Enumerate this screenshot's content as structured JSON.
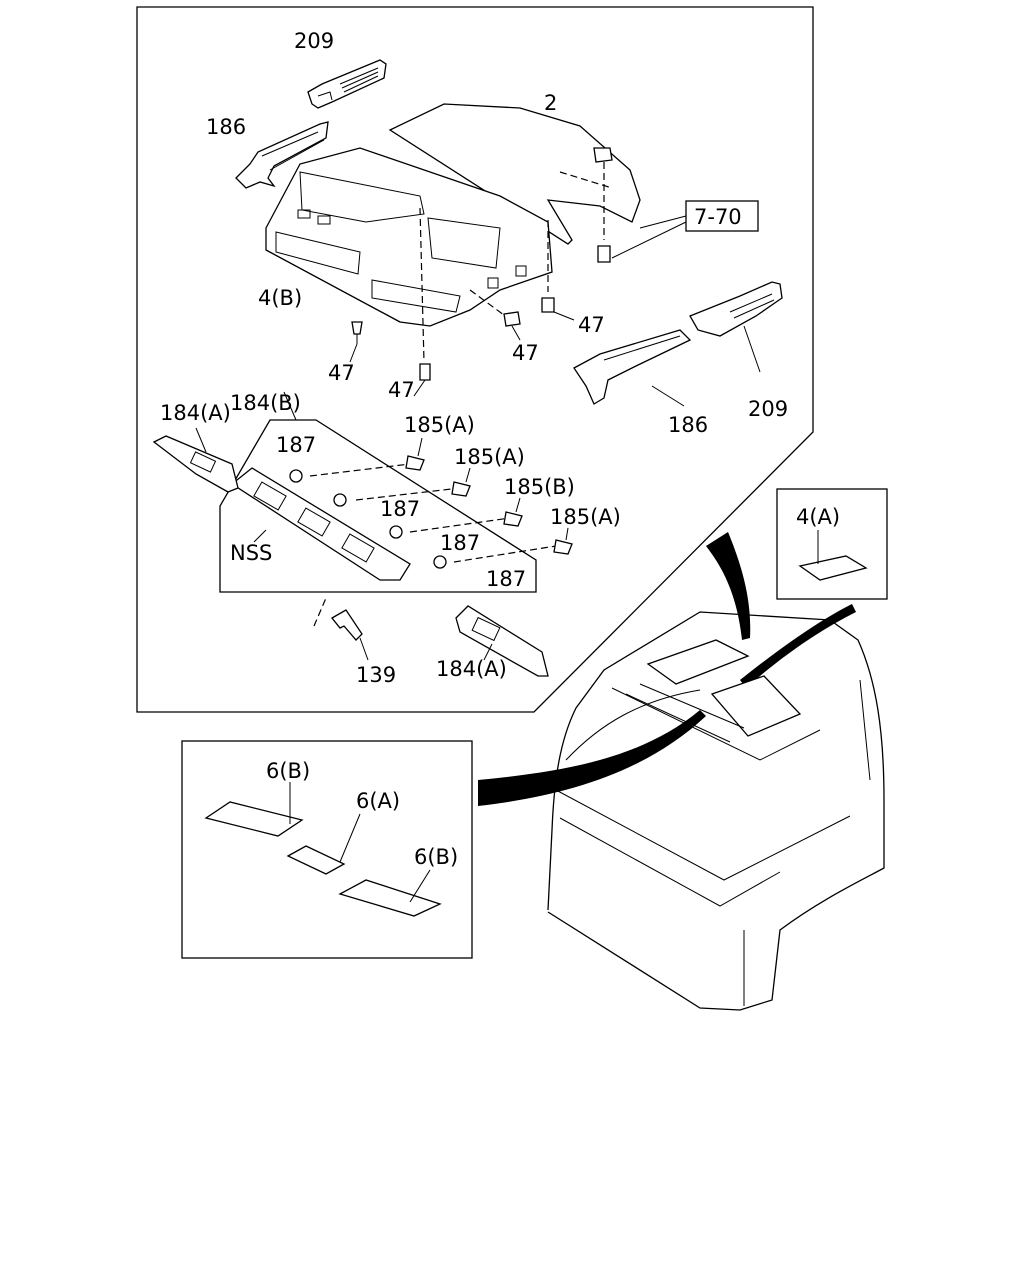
{
  "labels": {
    "p209_top": "209",
    "p2": "2",
    "p186_top": "186",
    "ref_7_70": "7-70",
    "p4b": "4(B)",
    "p47_a": "47",
    "p47_b": "47",
    "p47_c": "47",
    "p47_d": "47",
    "p209_right": "209",
    "p186_right": "186",
    "p184b": "184(B)",
    "p184a_left": "184(A)",
    "p187_1": "187",
    "p187_2": "187",
    "p187_3": "187",
    "p187_4": "187",
    "p185a_1": "185(A)",
    "p185a_2": "185(A)",
    "p185b": "185(B)",
    "p185a_3": "185(A)",
    "nss": "NSS",
    "p139": "139",
    "p184a_right": "184(A)",
    "p4a": "4(A)",
    "p6b_1": "6(B)",
    "p6a": "6(A)",
    "p6b_2": "6(B)"
  }
}
